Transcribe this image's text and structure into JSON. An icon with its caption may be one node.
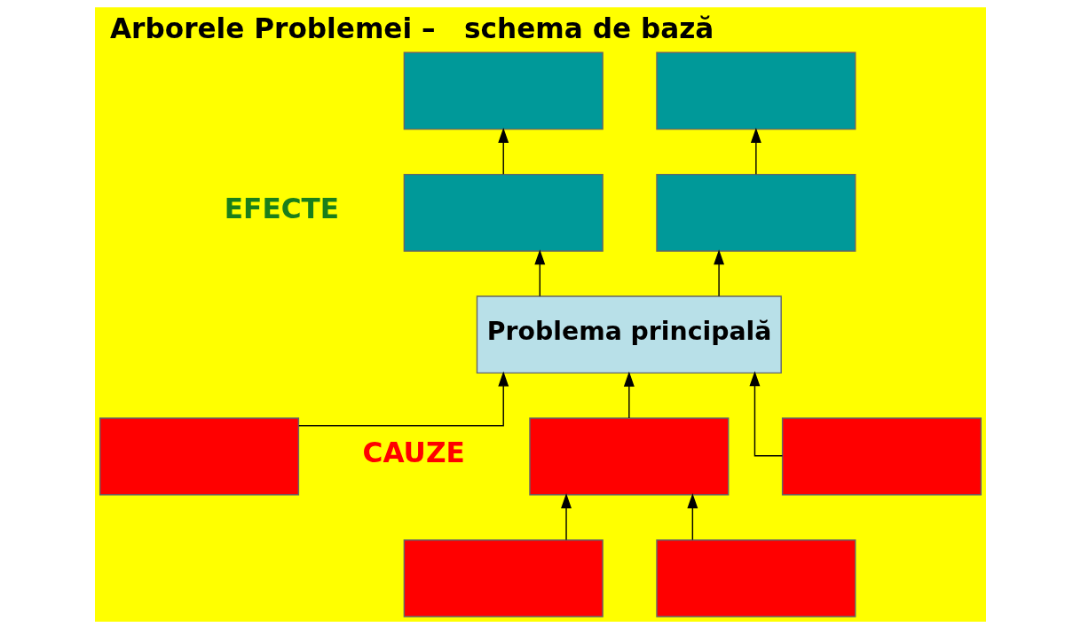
{
  "diagram": {
    "title": "Arborele Problemei –   schema de bază",
    "nodes": [
      {
        "text": [],
        "shape": "box"
      },
      {
        "text": [],
        "shape": "box"
      },
      {
        "text": [],
        "shape": "box"
      },
      {
        "text": [],
        "shape": "box"
      },
      {
        "text": [
          "Problema principală"
        ]
      },
      {
        "text": [],
        "shape": "box"
      },
      {
        "text": [],
        "shape": "box"
      },
      {
        "text": [],
        "shape": "box"
      },
      {
        "text": [],
        "shape": "box"
      },
      {
        "text": [],
        "shape": "box"
      }
    ],
    "edges": [
      {
        "from": 2,
        "to": 0,
        "arrow": "to"
      },
      {
        "from": 3,
        "to": 1,
        "arrow": "to"
      },
      {
        "from": 4,
        "to": 2,
        "arrow": "to"
      },
      {
        "from": 4,
        "to": 3,
        "arrow": "to"
      },
      {
        "from": 5,
        "to": 4,
        "arrow": "to"
      },
      {
        "from": 6,
        "to": 4,
        "arrow": "to"
      },
      {
        "from": 7,
        "to": 4,
        "arrow": "to"
      },
      {
        "from": 8,
        "to": 6,
        "arrow": "to"
      },
      {
        "from": 9,
        "to": 6,
        "arrow": "to"
      }
    ],
    "labels": [
      "EFECTE",
      "CAUZE"
    ]
  }
}
